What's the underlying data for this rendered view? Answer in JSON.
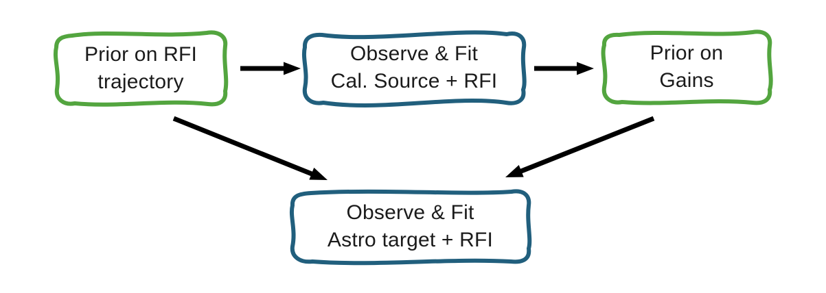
{
  "colors": {
    "green": "#53a53f",
    "blue": "#215f7d",
    "arrow": "#000000",
    "text": "#1b1b1b",
    "node_fill": "#ffffff",
    "background": "#ffffff"
  },
  "nodes": [
    {
      "id": "prior-rfi-trajectory",
      "line1": "Prior on RFI",
      "line2": "trajectory",
      "border_color": "green"
    },
    {
      "id": "observe-fit-cal-source",
      "line1": "Observe & Fit",
      "line2": "Cal. Source + RFI",
      "border_color": "blue"
    },
    {
      "id": "prior-on-gains",
      "line1": "Prior on",
      "line2": "Gains",
      "border_color": "green"
    },
    {
      "id": "observe-fit-astro-target",
      "line1": "Observe & Fit",
      "line2": "Astro target + RFI",
      "border_color": "blue"
    }
  ],
  "edges": [
    {
      "from": "prior-rfi-trajectory",
      "to": "observe-fit-cal-source",
      "direction": "right"
    },
    {
      "from": "observe-fit-cal-source",
      "to": "prior-on-gains",
      "direction": "right"
    },
    {
      "from": "prior-rfi-trajectory",
      "to": "observe-fit-astro-target",
      "direction": "down-right"
    },
    {
      "from": "prior-on-gains",
      "to": "observe-fit-astro-target",
      "direction": "down-left"
    }
  ]
}
